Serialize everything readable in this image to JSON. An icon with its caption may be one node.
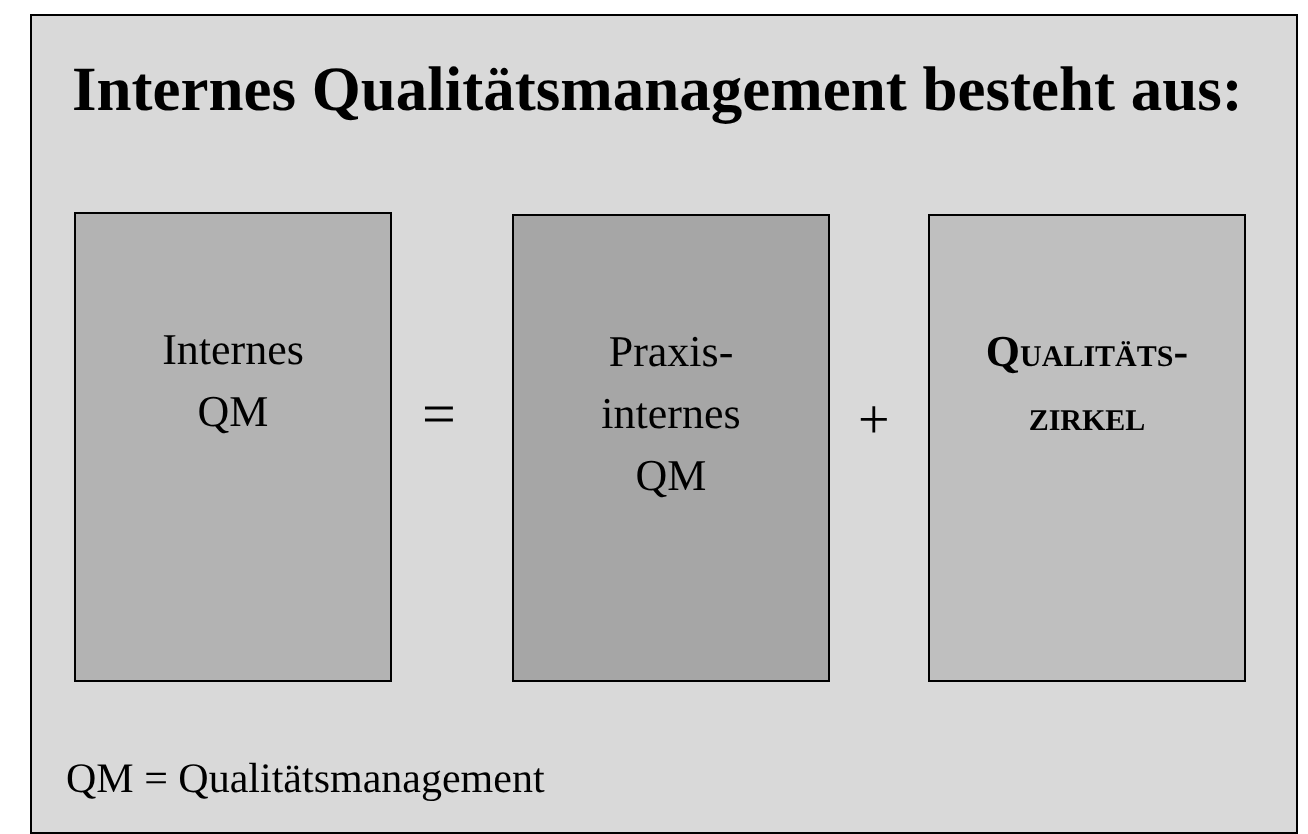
{
  "diagram": {
    "title": "Internes Qualitätsmanagement besteht aus:",
    "nodes": [
      {
        "text": [
          "Internes QM"
        ]
      },
      {
        "text": [
          "Praxis- internes QM"
        ]
      },
      {
        "text": [
          "Qualitäts- zirkel"
        ]
      }
    ],
    "labels": [
      "=",
      "+",
      "QM = Qualitätsmanagement"
    ]
  }
}
